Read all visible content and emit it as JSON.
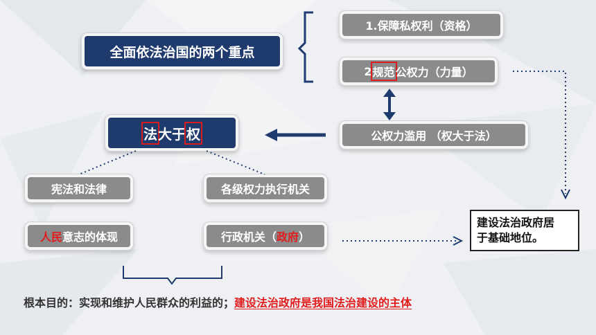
{
  "main_topic": "全面依法治国的两个重点",
  "point1": "1.保障私权利（资格）",
  "point2": {
    "prefix": "2 ",
    "highlight": "规范",
    "suffix": "公权力（力量）"
  },
  "abuse": "公权力滥用 （权大于法）",
  "principle": {
    "part1": "法",
    "part2": "大于",
    "part3": "权"
  },
  "law_side": {
    "title": "宪法和法律",
    "desc_highlight": "人民",
    "desc_rest": "意志的体现"
  },
  "power_side": {
    "title": "各级权力执行机关",
    "desc_prefix": "行政机关（",
    "desc_highlight": "政府",
    "desc_suffix": "）"
  },
  "conclusion": {
    "line1": "建设法治政府居",
    "line2": "于基础地位。"
  },
  "bottom_line": {
    "prefix": "根本目的：实现和维护人民群众的利益的；",
    "highlight": "建设法治政府是我国法治建设的主体"
  },
  "colors": {
    "navy": "#1f3a6d",
    "gray": "#8b8b8b",
    "red": "#e21b1b",
    "arrow": "#1f3a6d"
  }
}
